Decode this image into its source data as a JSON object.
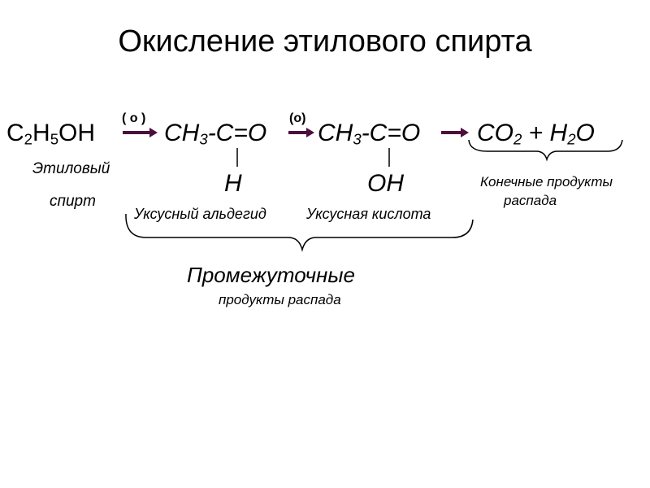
{
  "title": "Окисление этилового спирта",
  "reaction": {
    "ethanol": {
      "p1": "C",
      "s1": "2",
      "p2": "H",
      "s2": "5",
      "p3": "OH"
    },
    "aldehyde": {
      "p1": "CH",
      "s1": "3",
      "p2": "-C=O",
      "sub_atom": "H"
    },
    "acid": {
      "p1": "CH",
      "s1": "3",
      "p2": "-C=O",
      "sub_atom": "OH"
    },
    "final": {
      "p1": "CO",
      "s1": "2",
      "p2": " + H",
      "s2": "2",
      "p3": "O"
    },
    "oxidizer_1": "( o )",
    "oxidizer_2": "(o)"
  },
  "captions": {
    "ethanol_line1": "Этиловый",
    "ethanol_line2": "спирт",
    "aldehyde": "Уксусный альдегид",
    "acid": "Уксусная кислота",
    "final_line1": "Конечные продукты",
    "final_line2": "распада",
    "intermediate_main": "Промежуточные",
    "intermediate_sub": "продукты распада"
  },
  "colors": {
    "arrow": "#4b0f3c",
    "text": "#000000"
  }
}
